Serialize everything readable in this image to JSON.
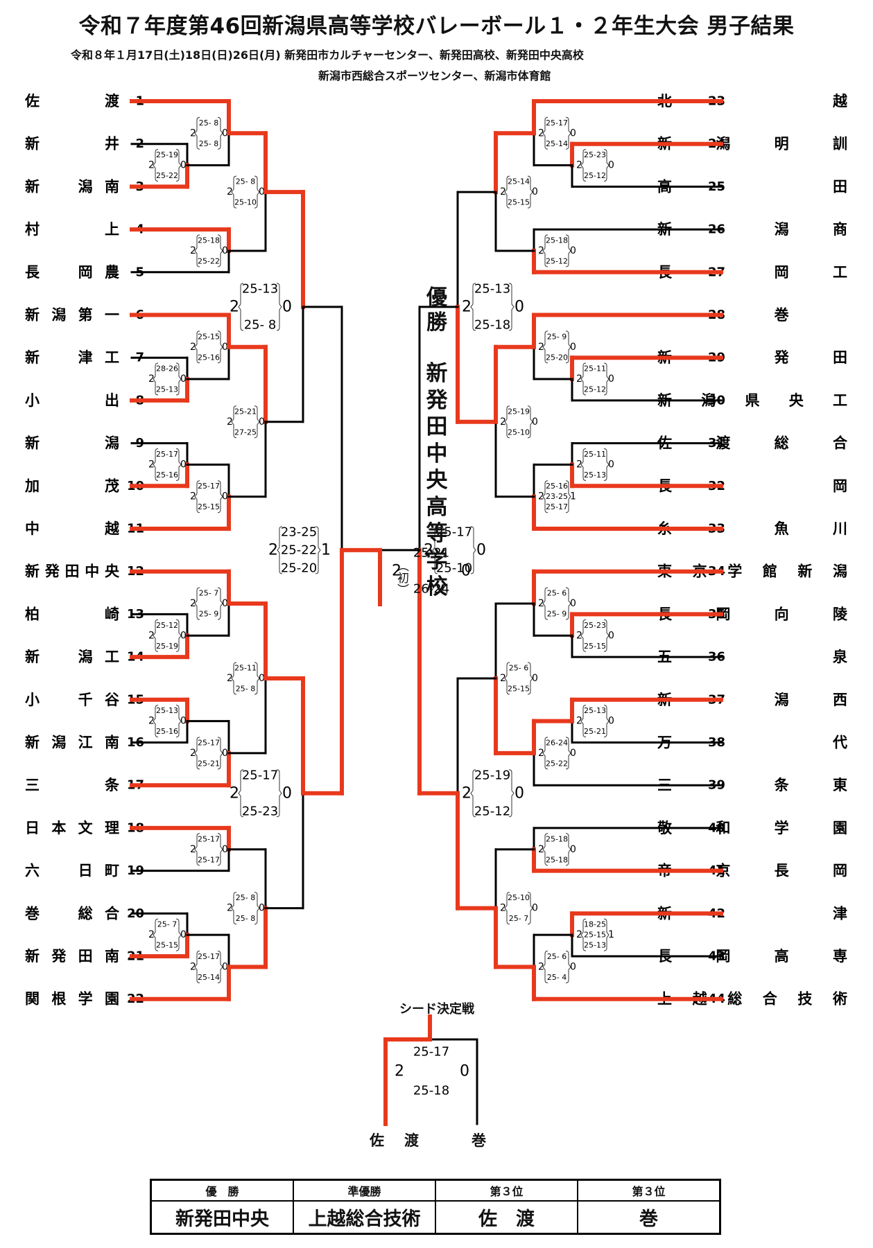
{
  "header": {
    "title": "令和７年度第46回新潟県高等学校バレーボール１・２年生大会 男子結果",
    "dates_venues_line1": "令和８年１月17日(土)18日(日)26日(月)  新発田市カルチャーセンター、新発田高校、新発田中央高校",
    "venues_line2": "新潟市西総合スポーツセンター、新潟市体育館"
  },
  "colors": {
    "winner_line": "#e8391d",
    "loser_line": "#000000"
  },
  "teams": [
    {
      "no": 1,
      "name": [
        "佐",
        "",
        "",
        "渡"
      ]
    },
    {
      "no": 2,
      "name": [
        "新",
        "",
        "",
        "井"
      ]
    },
    {
      "no": 3,
      "name": [
        "新",
        "",
        "潟",
        "南"
      ]
    },
    {
      "no": 4,
      "name": [
        "村",
        "",
        "",
        "上"
      ]
    },
    {
      "no": 5,
      "name": [
        "長",
        "",
        "岡",
        "農"
      ]
    },
    {
      "no": 6,
      "name": [
        "新",
        "潟",
        "第",
        "一"
      ]
    },
    {
      "no": 7,
      "name": [
        "新",
        "",
        "津",
        "工"
      ]
    },
    {
      "no": 8,
      "name": [
        "小",
        "",
        "",
        "出"
      ]
    },
    {
      "no": 9,
      "name": [
        "新",
        "",
        "",
        "潟"
      ]
    },
    {
      "no": 10,
      "name": [
        "加",
        "",
        "",
        "茂"
      ]
    },
    {
      "no": 11,
      "name": [
        "中",
        "",
        "",
        "越"
      ]
    },
    {
      "no": 12,
      "name": [
        "新発田中央"
      ]
    },
    {
      "no": 13,
      "name": [
        "柏",
        "",
        "",
        "崎"
      ]
    },
    {
      "no": 14,
      "name": [
        "新",
        "",
        "潟",
        "工"
      ]
    },
    {
      "no": 15,
      "name": [
        "小",
        "",
        "千",
        "谷"
      ]
    },
    {
      "no": 16,
      "name": [
        "新",
        "潟",
        "江",
        "南"
      ]
    },
    {
      "no": 17,
      "name": [
        "三",
        "",
        "",
        "条"
      ]
    },
    {
      "no": 18,
      "name": [
        "日",
        "本",
        "文",
        "理"
      ]
    },
    {
      "no": 19,
      "name": [
        "六",
        "",
        "日",
        "町"
      ]
    },
    {
      "no": 20,
      "name": [
        "巻",
        "",
        "総",
        "合"
      ]
    },
    {
      "no": 21,
      "name": [
        "新",
        "発",
        "田",
        "南"
      ]
    },
    {
      "no": 22,
      "name": [
        "関",
        "根",
        "学",
        "園"
      ]
    },
    {
      "no": 23,
      "name": [
        "北",
        "",
        "",
        "越"
      ]
    },
    {
      "no": 24,
      "name": [
        "新",
        "潟",
        "明",
        "訓"
      ]
    },
    {
      "no": 25,
      "name": [
        "高",
        "",
        "",
        "田"
      ]
    },
    {
      "no": 26,
      "name": [
        "新",
        "",
        "潟",
        "商"
      ]
    },
    {
      "no": 27,
      "name": [
        "長",
        "",
        "岡",
        "工"
      ]
    },
    {
      "no": 28,
      "name": [
        "",
        "",
        "巻",
        ""
      ]
    },
    {
      "no": 29,
      "name": [
        "新",
        "",
        "発",
        "田"
      ]
    },
    {
      "no": 30,
      "name": [
        "新潟県央工"
      ]
    },
    {
      "no": 31,
      "name": [
        "佐",
        "渡",
        "総",
        "合"
      ]
    },
    {
      "no": 32,
      "name": [
        "長",
        "",
        "",
        "岡"
      ]
    },
    {
      "no": 33,
      "name": [
        "糸",
        "",
        "魚",
        "川"
      ]
    },
    {
      "no": 34,
      "name": [
        "東京学館新潟"
      ]
    },
    {
      "no": 35,
      "name": [
        "長",
        "岡",
        "向",
        "陵"
      ]
    },
    {
      "no": 36,
      "name": [
        "五",
        "",
        "",
        "泉"
      ]
    },
    {
      "no": 37,
      "name": [
        "新",
        "",
        "潟",
        "西"
      ]
    },
    {
      "no": 38,
      "name": [
        "万",
        "",
        "",
        "代"
      ]
    },
    {
      "no": 39,
      "name": [
        "三",
        "",
        "条",
        "東"
      ]
    },
    {
      "no": 40,
      "name": [
        "敬",
        "和",
        "学",
        "園"
      ]
    },
    {
      "no": 41,
      "name": [
        "帝",
        "京",
        "長",
        "岡"
      ]
    },
    {
      "no": 42,
      "name": [
        "新",
        "",
        "",
        "津"
      ]
    },
    {
      "no": 43,
      "name": [
        "長",
        "岡",
        "高",
        "専"
      ]
    },
    {
      "no": 44,
      "name": [
        "上越総合技術"
      ]
    }
  ],
  "matches": [
    {
      "id": "L1",
      "a": 2,
      "b": 3,
      "winner": "b",
      "sets": [
        2,
        0
      ],
      "scores": [
        "25-19",
        "25-22"
      ]
    },
    {
      "id": "L2",
      "a": 1,
      "b": "L1",
      "winner": "a",
      "sets": [
        2,
        0
      ],
      "scores": [
        "25- 8",
        "25- 8"
      ]
    },
    {
      "id": "L3",
      "a": 4,
      "b": 5,
      "winner": "a",
      "sets": [
        2,
        0
      ],
      "scores": [
        "25-18",
        "25-22"
      ]
    },
    {
      "id": "L4",
      "a": "L2",
      "b": "L3",
      "winner": "a",
      "sets": [
        2,
        0
      ],
      "scores": [
        "25- 8",
        "25-10"
      ]
    },
    {
      "id": "L5",
      "a": 7,
      "b": 8,
      "winner": "b",
      "sets": [
        2,
        0
      ],
      "scores": [
        "28-26",
        "25-13"
      ]
    },
    {
      "id": "L6",
      "a": 6,
      "b": "L5",
      "winner": "a",
      "sets": [
        2,
        0
      ],
      "scores": [
        "25-15",
        "25-16"
      ]
    },
    {
      "id": "L7",
      "a": 9,
      "b": 10,
      "winner": "b",
      "sets": [
        2,
        0
      ],
      "scores": [
        "25-17",
        "25-16"
      ]
    },
    {
      "id": "L8",
      "a": "L7",
      "b": 11,
      "winner": "b",
      "sets": [
        2,
        0
      ],
      "scores": [
        "25-17",
        "25-15"
      ]
    },
    {
      "id": "L9",
      "a": "L6",
      "b": "L8",
      "winner": "a",
      "sets": [
        2,
        0
      ],
      "scores": [
        "25-21",
        "27-25"
      ]
    },
    {
      "id": "L10",
      "a": "L4",
      "b": "L9",
      "winner": "a",
      "sets": [
        2,
        0
      ],
      "scores": [
        "25-13",
        "25- 8"
      ]
    },
    {
      "id": "L11",
      "a": 13,
      "b": 14,
      "winner": "b",
      "sets": [
        2,
        0
      ],
      "scores": [
        "25-12",
        "25-19"
      ]
    },
    {
      "id": "L12",
      "a": 12,
      "b": "L11",
      "winner": "a",
      "sets": [
        2,
        0
      ],
      "scores": [
        "25- 7",
        "25- 9"
      ]
    },
    {
      "id": "L13",
      "a": 15,
      "b": 16,
      "winner": "a",
      "sets": [
        2,
        0
      ],
      "scores": [
        "25-13",
        "25-16"
      ]
    },
    {
      "id": "L14",
      "a": "L13",
      "b": 17,
      "winner": "b",
      "sets": [
        2,
        0
      ],
      "scores": [
        "25-17",
        "25-21"
      ]
    },
    {
      "id": "L15",
      "a": "L12",
      "b": "L14",
      "winner": "a",
      "sets": [
        2,
        0
      ],
      "scores": [
        "25-11",
        "25- 8"
      ]
    },
    {
      "id": "L16",
      "a": 18,
      "b": 19,
      "winner": "a",
      "sets": [
        2,
        0
      ],
      "scores": [
        "25-17",
        "25-17"
      ]
    },
    {
      "id": "L17",
      "a": 20,
      "b": 21,
      "winner": "b",
      "sets": [
        2,
        0
      ],
      "scores": [
        "25- 7",
        "25-15"
      ]
    },
    {
      "id": "L18",
      "a": "L17",
      "b": 22,
      "winner": "b",
      "sets": [
        2,
        0
      ],
      "scores": [
        "25-17",
        "25-14"
      ]
    },
    {
      "id": "L19",
      "a": "L16",
      "b": "L18",
      "winner": "b",
      "sets": [
        2,
        0
      ],
      "scores": [
        "25- 8",
        "25- 8"
      ]
    },
    {
      "id": "L20",
      "a": "L15",
      "b": "L19",
      "winner": "a",
      "sets": [
        2,
        0
      ],
      "scores": [
        "25-17",
        "25-23"
      ]
    },
    {
      "id": "L21",
      "a": "L10",
      "b": "L20",
      "winner": "b",
      "sets": [
        2,
        1
      ],
      "scores": [
        "23-25",
        "25-22",
        "25-20"
      ]
    },
    {
      "id": "R1",
      "a": 24,
      "b": 25,
      "winner": "a",
      "sets": [
        2,
        0
      ],
      "scores": [
        "25-23",
        "25-12"
      ]
    },
    {
      "id": "R2",
      "a": 23,
      "b": "R1",
      "winner": "a",
      "sets": [
        2,
        0
      ],
      "scores": [
        "25-17",
        "25-14"
      ]
    },
    {
      "id": "R3",
      "a": 26,
      "b": 27,
      "winner": "b",
      "sets": [
        2,
        0
      ],
      "scores": [
        "25-18",
        "25-12"
      ]
    },
    {
      "id": "R4",
      "a": "R2",
      "b": "R3",
      "winner": "a",
      "sets": [
        2,
        0
      ],
      "scores": [
        "25-14",
        "25-15"
      ]
    },
    {
      "id": "R5",
      "a": 29,
      "b": 30,
      "winner": "a",
      "sets": [
        2,
        0
      ],
      "scores": [
        "25-11",
        "25-12"
      ]
    },
    {
      "id": "R6",
      "a": 28,
      "b": "R5",
      "winner": "a",
      "sets": [
        2,
        0
      ],
      "scores": [
        "25- 9",
        "25-20"
      ]
    },
    {
      "id": "R7",
      "a": 31,
      "b": 32,
      "winner": "b",
      "sets": [
        2,
        0
      ],
      "scores": [
        "25-11",
        "25-13"
      ]
    },
    {
      "id": "R8",
      "a": "R7",
      "b": 33,
      "winner": "b",
      "sets": [
        2,
        1
      ],
      "scores": [
        "25-16",
        "23-25",
        "25-17"
      ]
    },
    {
      "id": "R9",
      "a": "R6",
      "b": "R8",
      "winner": "a",
      "sets": [
        2,
        0
      ],
      "scores": [
        "25-19",
        "25-10"
      ]
    },
    {
      "id": "R10",
      "a": "R4",
      "b": "R9",
      "winner": "b",
      "sets": [
        2,
        0
      ],
      "scores": [
        "25-13",
        "25-18"
      ]
    },
    {
      "id": "R11",
      "a": 35,
      "b": 36,
      "winner": "a",
      "sets": [
        2,
        0
      ],
      "scores": [
        "25-23",
        "25-15"
      ]
    },
    {
      "id": "R12",
      "a": 34,
      "b": "R11",
      "winner": "a",
      "sets": [
        2,
        0
      ],
      "scores": [
        "25- 6",
        "25- 9"
      ]
    },
    {
      "id": "R13",
      "a": 37,
      "b": 38,
      "winner": "a",
      "sets": [
        2,
        0
      ],
      "scores": [
        "25-13",
        "25-21"
      ]
    },
    {
      "id": "R14",
      "a": "R13",
      "b": 39,
      "winner": "a",
      "sets": [
        2,
        0
      ],
      "scores": [
        "26-24",
        "25-22"
      ]
    },
    {
      "id": "R15",
      "a": "R12",
      "b": "R14",
      "winner": "b",
      "sets": [
        2,
        0
      ],
      "scores": [
        "25- 6",
        "25-15"
      ]
    },
    {
      "id": "R16",
      "a": 40,
      "b": 41,
      "winner": "b",
      "sets": [
        2,
        0
      ],
      "scores": [
        "25-18",
        "25-18"
      ]
    },
    {
      "id": "R17",
      "a": 42,
      "b": 43,
      "winner": "a",
      "sets": [
        2,
        1
      ],
      "scores": [
        "18-25",
        "25-15",
        "25-13"
      ]
    },
    {
      "id": "R18",
      "a": "R17",
      "b": 44,
      "winner": "b",
      "sets": [
        2,
        0
      ],
      "scores": [
        "25- 6",
        "25- 4"
      ]
    },
    {
      "id": "R19",
      "a": "R16",
      "b": "R18",
      "winner": "b",
      "sets": [
        2,
        0
      ],
      "scores": [
        "25-10",
        "25- 7"
      ]
    },
    {
      "id": "R20",
      "a": "R15",
      "b": "R19",
      "winner": "b",
      "sets": [
        2,
        0
      ],
      "scores": [
        "25-19",
        "25-12"
      ]
    },
    {
      "id": "R21",
      "a": "R10",
      "b": "R20",
      "winner": "b",
      "sets": [
        2,
        0
      ],
      "scores": [
        "25-17",
        "25-10"
      ]
    },
    {
      "id": "F",
      "a": "L21",
      "b": "R21",
      "winner": "a",
      "sets": [
        2,
        0
      ],
      "scores": [
        "25-21",
        "26-24"
      ]
    }
  ],
  "champion": {
    "label": "優勝",
    "name": "新発田中央高等学校",
    "note": "（初）"
  },
  "seed_match": {
    "title": "シード決定戦",
    "team_a": "佐　渡",
    "team_b": "巻",
    "winner": "a",
    "sets": [
      2,
      0
    ],
    "scores": [
      "25-17",
      "25-18"
    ]
  },
  "results_table": {
    "headers": [
      "優　勝",
      "準優勝",
      "第３位",
      "第３位"
    ],
    "values": [
      "新発田中央",
      "上越総合技術",
      "佐　渡",
      "巻"
    ]
  }
}
